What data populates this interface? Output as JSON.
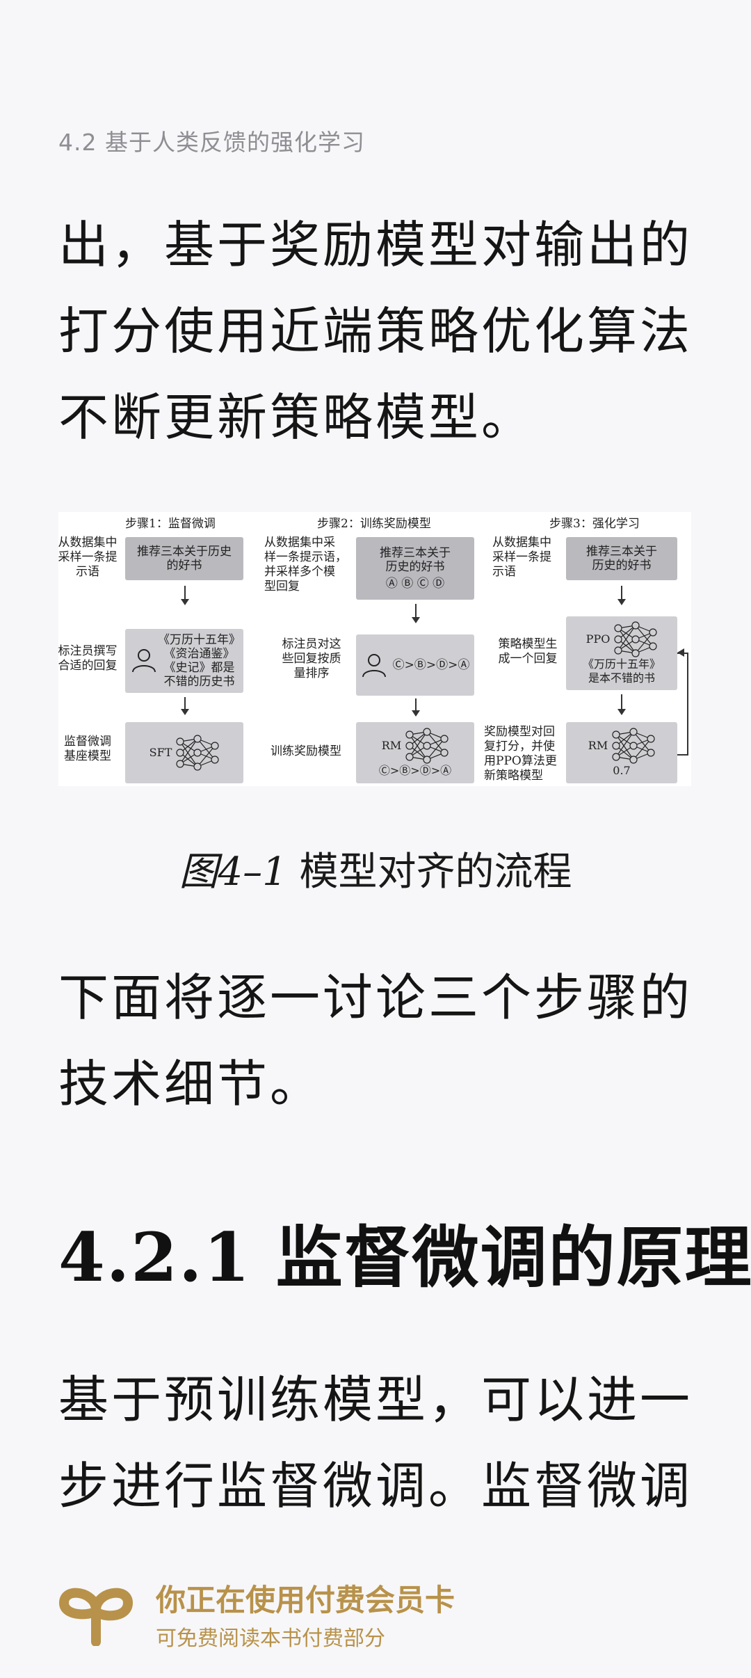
{
  "header": {
    "running_title": "4.2 基于人类反馈的强化学习"
  },
  "body": {
    "para1": "出，基于奖励模型对输出的打分使用近端策略优化算法不断更新策略模型。",
    "para2": "下面将逐一讨论三个步骤的技术细节。",
    "section_heading": "4.2.1 监督微调的原理",
    "para3": "基于预训练模型，可以进一步进行监督微调。监督微调"
  },
  "figure": {
    "caption_num": "图4–1",
    "caption_text": " 模型对齐的流程",
    "step1": {
      "title": "步骤1：监督微调",
      "side1": "从数据集中\n采样一条提\n示语",
      "box1": "推荐三本关于历史\n的好书",
      "side2": "标注员撰写\n合适的回复",
      "box2": "《万历十五年》\n《资治通鉴》\n《史记》都是\n不错的历史书",
      "side3": "监督微调\n基座模型",
      "box3_label": "SFT"
    },
    "step2": {
      "title": "步骤2：训练奖励模型",
      "side1": "从数据集中采\n样一条提示语，\n并采样多个模\n型回复",
      "box1": "推荐三本关于\n历史的好书",
      "box1_options": "Ⓐ Ⓑ Ⓒ Ⓓ",
      "side2": "标注员对这\n些回复按质\n量排序",
      "box2_rank": "Ⓒ>Ⓑ>Ⓓ>Ⓐ",
      "side3": "训练奖励模型",
      "box3_label": "RM",
      "box3_rank": "Ⓒ>Ⓑ>Ⓓ>Ⓐ"
    },
    "step3": {
      "title": "步骤3：强化学习",
      "side1": "从数据集中\n采样一条提\n示语",
      "box1": "推荐三本关于\n历史的好书",
      "side2": "策略模型生\n成一个回复",
      "box2_label": "PPO",
      "box2_text": "《万历十五年》\n是本不错的书",
      "side3": "奖励模型对回\n复打分，并使\n用PPO算法更\n新策略模型",
      "box3_label": "RM",
      "box3_score": "0.7"
    }
  },
  "banner": {
    "title": "你正在使用付费会员卡",
    "subtitle": "可免费阅读本书付费部分",
    "accent": "#b8924a"
  }
}
